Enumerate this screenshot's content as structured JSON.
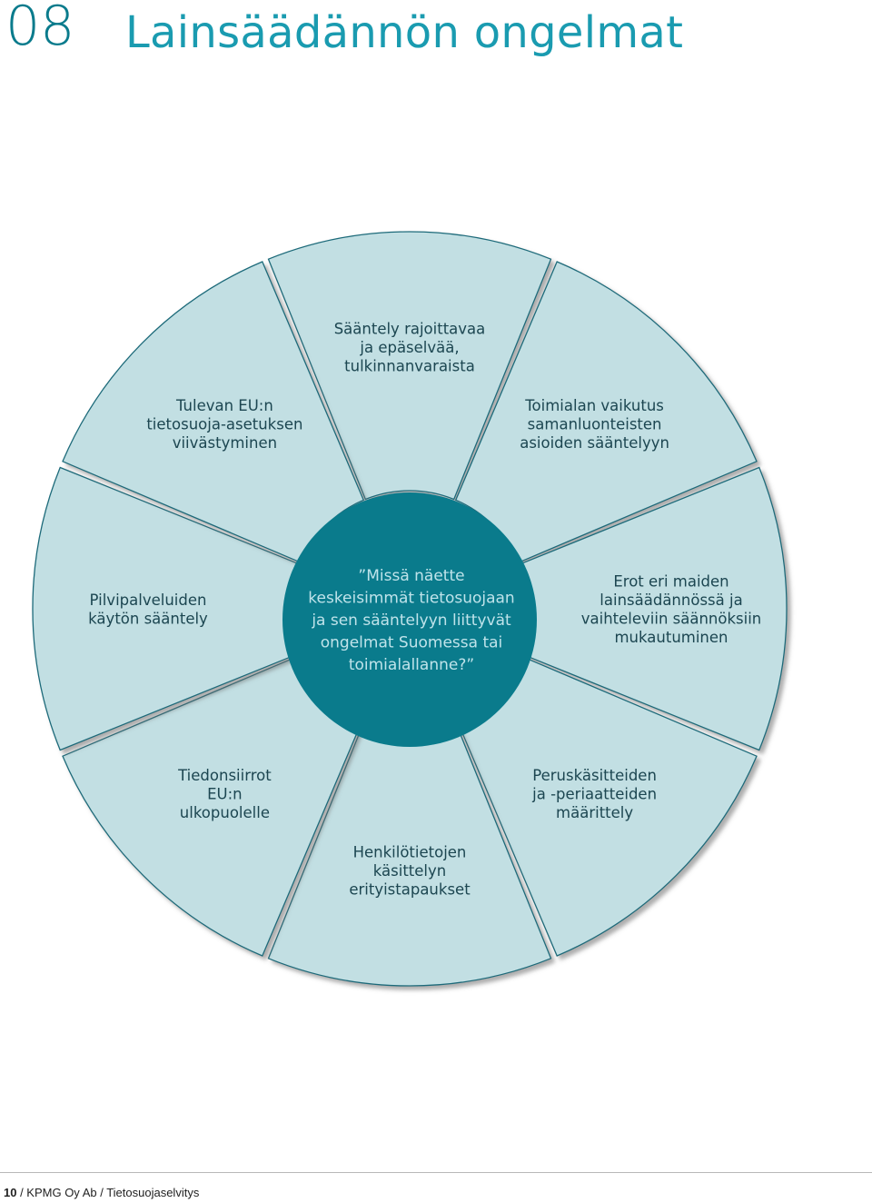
{
  "header": {
    "chapter": "08",
    "title": "Lainsäädännön ongelmat"
  },
  "colors": {
    "segment_fill": "#c2dfe3",
    "segment_stroke": "#1f6b7a",
    "center_fill": "#0a7b8c",
    "center_text": "#bfe3ea",
    "accent": "#1a9bb0"
  },
  "center": {
    "lines": [
      "”Missä näette",
      "keskeisimmät tietosuojaan",
      "ja sen sääntelyyn liittyvät",
      "ongelmat Suomessa tai",
      "toimialallanne?”"
    ]
  },
  "segments": [
    {
      "id": "top",
      "lines": [
        "Sääntely rajoittavaa",
        "ja epäselvää,",
        "tulkinnanvaraista"
      ]
    },
    {
      "id": "top-right",
      "lines": [
        "Toimialan vaikutus",
        "samanluonteisten",
        "asioiden sääntelyyn"
      ]
    },
    {
      "id": "right",
      "lines": [
        "Erot eri maiden",
        "lainsäädännössä ja",
        "vaihteleviin säännöksiin",
        "mukautuminen"
      ]
    },
    {
      "id": "bottom-right",
      "lines": [
        "Peruskäsitteiden",
        "ja -periaatteiden",
        "määrittely"
      ]
    },
    {
      "id": "bottom",
      "lines": [
        "Henkilötietojen",
        "käsittelyn",
        "erityistapaukset"
      ]
    },
    {
      "id": "bottom-left",
      "lines": [
        "Tiedonsiirrot",
        "EU:n",
        "ulkopuolelle"
      ]
    },
    {
      "id": "left",
      "lines": [
        "Pilvipalveluiden",
        "käytön sääntely"
      ]
    },
    {
      "id": "top-left",
      "lines": [
        "Tulevan EU:n",
        "tietosuoja-asetuksen",
        "viivästyminen"
      ]
    }
  ],
  "footer": {
    "page": "10",
    "text": " / KPMG Oy Ab / Tietosuojaselvitys"
  }
}
